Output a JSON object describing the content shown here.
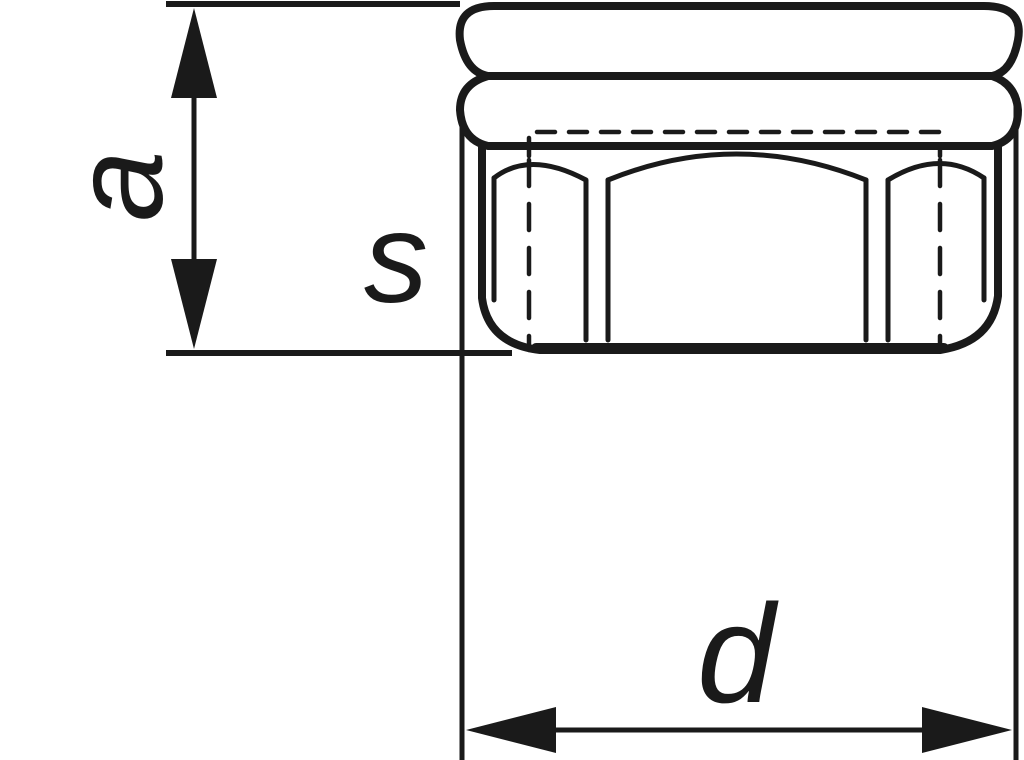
{
  "colors": {
    "ink": "#1a1a1a",
    "paper": "#ffffff"
  },
  "labels": {
    "height": "a",
    "across_flats": "s",
    "diameter": "d"
  }
}
